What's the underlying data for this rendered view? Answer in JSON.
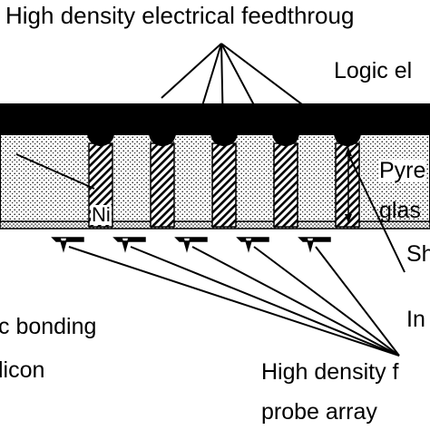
{
  "labels": {
    "top": "High density electrical feedthroug",
    "logic": "Logic el",
    "pyrex_line1": "Pyre",
    "pyrex_line2": "glas",
    "nickel": "Ni",
    "anodic_line1": "c bonding",
    "anodic_line2": "licon",
    "sh": "Sh",
    "int": "In",
    "probe_line1": "High density f",
    "probe_line2": "probe array"
  },
  "colors": {
    "line": "#000000",
    "fill_dots": "#9a9a9a",
    "background": "#ffffff"
  }
}
